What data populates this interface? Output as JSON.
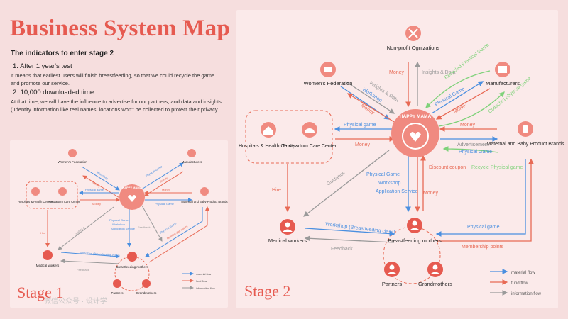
{
  "title": "Business System Map",
  "indicators": {
    "heading": "The indicators to enter stage 2",
    "items": [
      {
        "num": "1.",
        "head": "After 1 year's test",
        "text": "It means that earliest users will finish breastfeeding, so that we could recycle the game and promote our service."
      },
      {
        "num": "2.",
        "head": "10,000 downloaded time",
        "text": "At that time, we will have the influence to advertise for our partners, and data and insights ( Identity information like real names, locations won't be collected to protect their privacy."
      }
    ]
  },
  "brand": "HAPPY MAMA",
  "nodes": {
    "nonprofit": "Non-profit Ognizations",
    "womens": "Women's Federation",
    "manufacturers": "Manufacturers",
    "hospitals": "Hospitals & Health Centers",
    "postpartum": "Postpartum Care Center",
    "maternal": "Maternal and Baby Product Brands",
    "medical": "Medical workers",
    "mothers": "Breastfeeding mothers",
    "partners": "Partners",
    "grandmothers": "Grandmothers"
  },
  "flows": {
    "money": "Money",
    "insights_data": "Insights & Data",
    "workshop": "Workshop",
    "recycled_game": "Recycled Physical Game",
    "physical_game": "Physical Game",
    "physical_game_lc": "Physical game",
    "collected_game": "Collected physical game",
    "advertisement": "Advertisement",
    "recycle_game": "Recycle Physical game",
    "guidance": "Guidance",
    "hire": "Hire",
    "physical_game_app_service": "Physical Game Workshop Application Service",
    "discount_coupon": "Discount coupon",
    "workshop_bf": "Workshop (Breastfeeding class)",
    "feedback": "Feedback",
    "membership": "Membership points",
    "application_service": "Application Service"
  },
  "legend": {
    "material": "material flow",
    "fund": "fund flow",
    "information": "information flow"
  },
  "colors": {
    "material": "#4a8fe0",
    "fund": "#e86a55",
    "information": "#9a9a9a",
    "recycled": "#7fd27a",
    "brand": "#e65a50"
  },
  "stage1": "Stage 1",
  "stage2": "Stage 2",
  "watermark": "微信公众号 · 设计学"
}
